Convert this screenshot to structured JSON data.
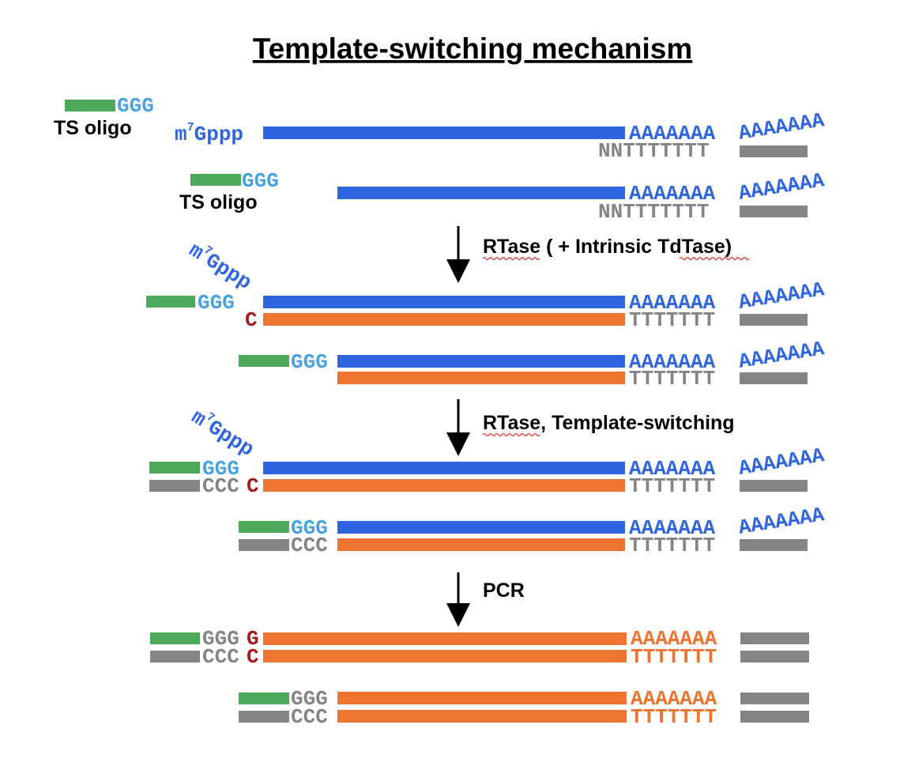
{
  "title": "Template-switching mechanism",
  "labels": {
    "ts_oligo": "TS oligo"
  },
  "steps": [
    {
      "arrow_label_prefix": "RTase ( + Intrinsic TdTase)"
    },
    {
      "arrow_label_prefix": "RTase, Template-switching"
    },
    {
      "arrow_label_prefix": "PCR"
    }
  ],
  "sequences": {
    "cap_m": "m",
    "cap_sup": "7",
    "cap_gppp": "Gppp",
    "ggg": "GGG",
    "gggg_prefix": "GGG",
    "g": "G",
    "ccc": "CCC",
    "c": "C",
    "polyA": "AAAAAAA",
    "polyA_tail": "AAAAAAA",
    "oligo_dT": "NNTTTTTTT",
    "polyT": "TTTTTTT"
  },
  "colors": {
    "rna_blue": "#2f66e0",
    "cdna_orange": "#ee7431",
    "ts_green": "#4ca95a",
    "primer_gray": "#858585",
    "ggg_lightblue": "#4aa3e0",
    "c_red": "#a01e1e",
    "text_gray": "#858585"
  }
}
